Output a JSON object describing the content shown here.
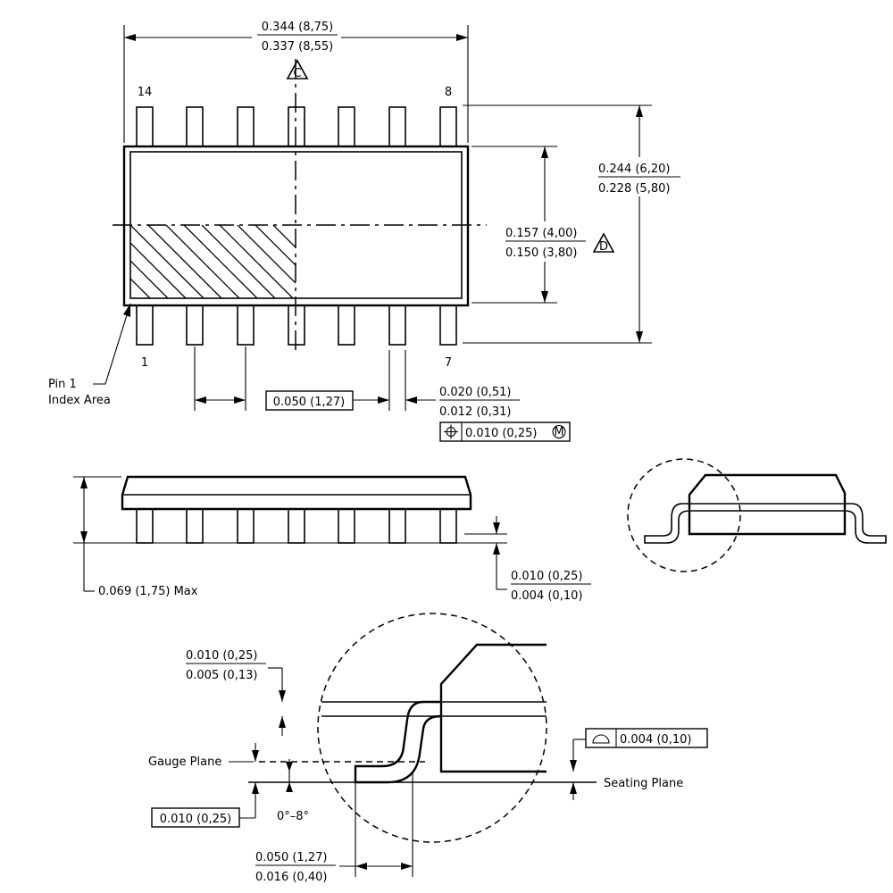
{
  "colors": {
    "line": "#000000",
    "background": "#ffffff"
  },
  "top_view": {
    "overall_length": {
      "max": "0.344 (8,75)",
      "min": "0.337 (8,55)",
      "note_label": "C"
    },
    "overall_width": {
      "max": "0.244 (6,20)",
      "min": "0.228 (5,80)"
    },
    "body_width": {
      "max": "0.157 (4,00)",
      "min": "0.150 (3,80)",
      "note_label": "D"
    },
    "pin_labels": {
      "pin14": "14",
      "pin8": "8",
      "pin1": "1",
      "pin7": "7"
    },
    "pin1_callout": {
      "line1": "Pin 1",
      "line2": "Index Area"
    },
    "pitch": "0.050 (1,27)",
    "lead_width": {
      "max": "0.020 (0,51)",
      "min": "0.012 (0,31)"
    },
    "position_tolerance": {
      "symbol": "position-icon",
      "value": "0.010 (0,25)",
      "modifier": "M"
    }
  },
  "side_view": {
    "height": "0.069 (1,75) Max",
    "standoff": {
      "max": "0.010 (0,25)",
      "min": "0.004 (0,10)"
    }
  },
  "detail_view": {
    "lead_thickness": {
      "max": "0.010 (0,25)",
      "min": "0.005 (0,13)"
    },
    "gauge_plane_label": "Gauge Plane",
    "gauge_dimension": "0.010 (0,25)",
    "angle": "0°–8°",
    "foot_length": {
      "max": "0.050 (1,27)",
      "min": "0.016 (0,40)"
    },
    "coplanarity": {
      "symbol": "profile-icon",
      "value": "0.004 (0,10)"
    },
    "seating_plane_label": "Seating Plane"
  }
}
